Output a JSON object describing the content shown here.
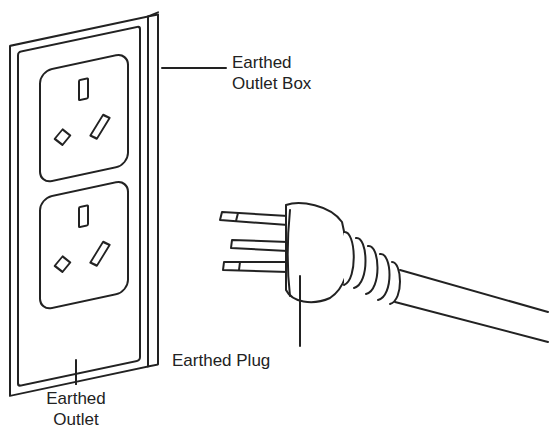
{
  "diagram": {
    "labels": [
      "Earthed Outlet Box",
      "Earthed Outlet",
      "Earthed Plug"
    ]
  }
}
